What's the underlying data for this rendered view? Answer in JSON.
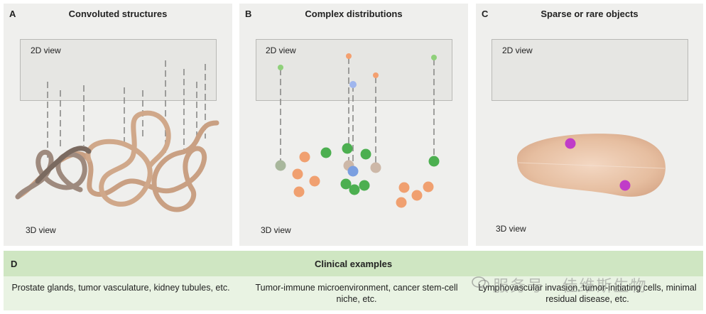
{
  "panels": {
    "a": {
      "label": "A",
      "title": "Convoluted structures",
      "view2d": "2D view",
      "view3d": "3D view"
    },
    "b": {
      "label": "B",
      "title": "Complex distributions",
      "view2d": "2D view",
      "view3d": "3D view"
    },
    "c": {
      "label": "C",
      "title": "Sparse or rare objects",
      "view2d": "2D view",
      "view3d": "3D view"
    }
  },
  "clinical": {
    "label": "D",
    "title": "Clinical examples",
    "examples": [
      "Prostate glands, tumor vasculature, kidney tubules, etc.",
      "Tumor-immune microenvironment, cancer stem-cell niche, etc.",
      "Lymphovascular invasion, tumor-initiating cells, minimal residual disease, etc."
    ]
  },
  "watermark": "服务号 · 佳维斯生物",
  "colors": {
    "tube_tan": "#c9a083",
    "tube_dark": "#7a6a60",
    "cell_orange": "#f0a070",
    "cell_green": "#4caf50",
    "cell_blue": "#7b9fe0",
    "cell_beige": "#cdb8a8",
    "cell_magenta": "#c03cc8",
    "tissue": "#e8c4a6",
    "header_green": "#cfe6c2"
  }
}
